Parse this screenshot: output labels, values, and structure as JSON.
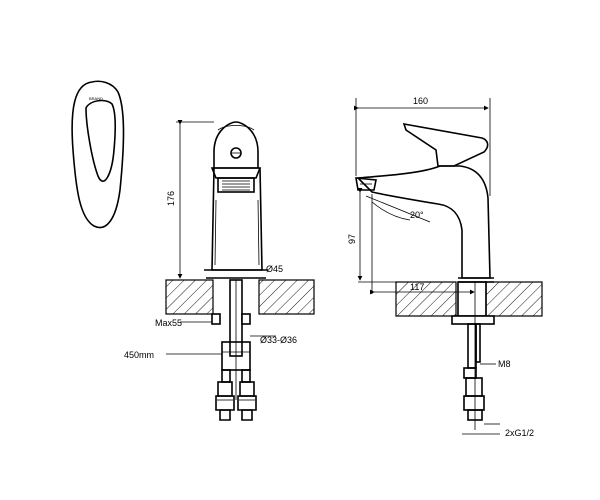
{
  "dimensions": {
    "height_total": "176",
    "spout_width": "160",
    "spout_height": "97",
    "spout_angle": "20°",
    "body_diameter": "Ø45",
    "max_thickness": "Max55",
    "hole_diameter": "Ø33-Ø36",
    "hose_length": "450mm",
    "spout_reach": "117",
    "stud_thread": "M8",
    "connection": "2xG1/2"
  },
  "logo_text": "BRAND"
}
